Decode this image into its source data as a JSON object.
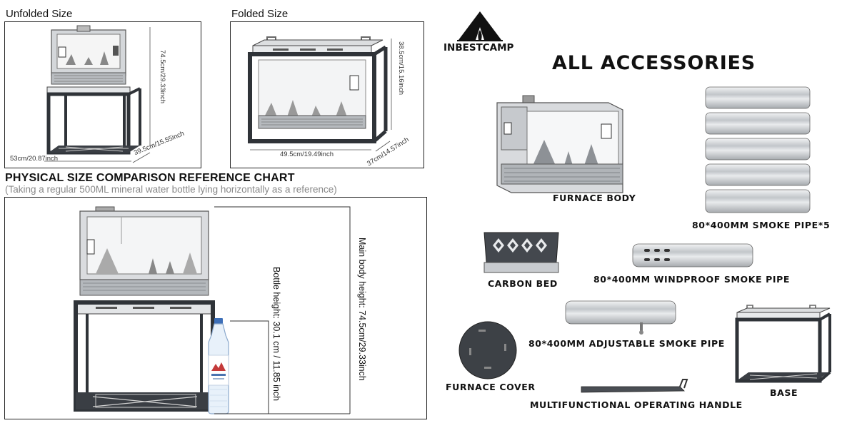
{
  "unfolded": {
    "title": "Unfolded Size",
    "height_label": "74.5cm/29.33inch",
    "width_label": "53cm/20.87inch",
    "depth_label": "39.5cm/15.55inch"
  },
  "folded": {
    "title": "Folded Size",
    "height_label": "38.5cm/15.16inch",
    "width_label": "49.5cm/19.49inch",
    "depth_label": "37cm/14.57inch"
  },
  "comparison": {
    "title": "PHYSICAL SIZE COMPARISON REFERENCE CHART",
    "subtitle": "(Taking a regular 500ML mineral water bottle lying horizontally as a reference)",
    "bottle_label": "Bottle height: 30.1 cm / 11.85 inch",
    "body_label": "Main body height: 74.5cm/29.33inch"
  },
  "brand": {
    "name": "INBESTCAMP"
  },
  "accessories": {
    "heading": "ALL ACCESSORIES",
    "items": [
      {
        "label": "FURNACE BODY"
      },
      {
        "label": "80*400MM SMOKE PIPE*5"
      },
      {
        "label": "CARBON BED"
      },
      {
        "label": "80*400MM WINDPROOF SMOKE PIPE"
      },
      {
        "label": "80*400MM ADJUSTABLE SMOKE PIPE"
      },
      {
        "label": "FURNACE COVER"
      },
      {
        "label": "BASE"
      },
      {
        "label": "MULTIFUNCTIONAL OPERATING HANDLE"
      }
    ]
  },
  "colors": {
    "frame": "#3b3f45",
    "steel": "#c9ccd0",
    "steel_light": "#e6e8ea",
    "text": "#111111",
    "subtitle": "#888888"
  }
}
